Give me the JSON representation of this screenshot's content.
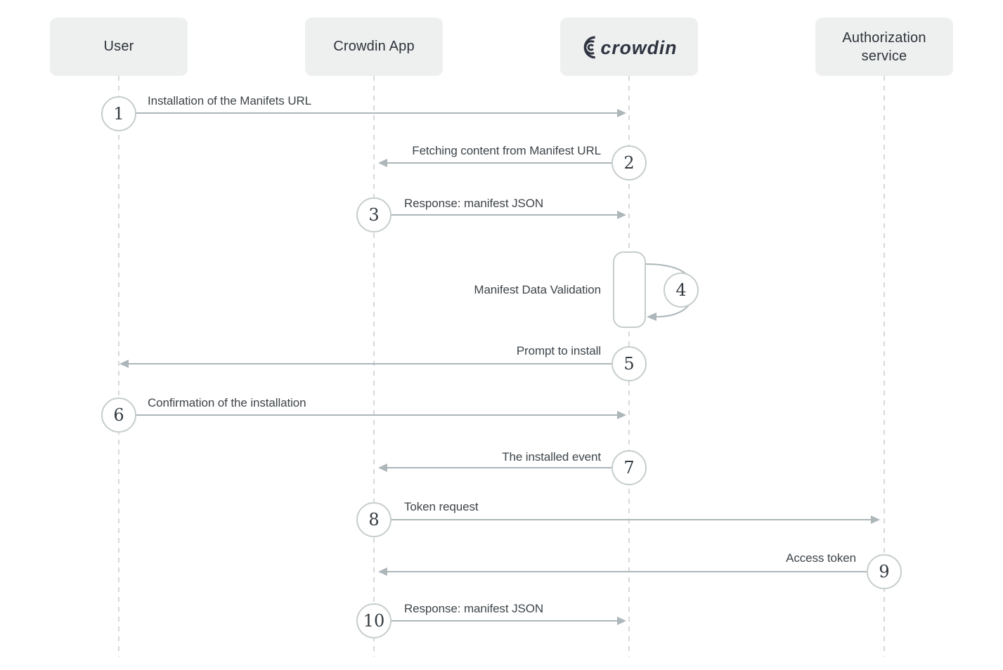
{
  "colors": {
    "line": "#adb6b9",
    "lifeline": "#d6d9da",
    "circle_border": "#c6cccd",
    "text": "#3d4449",
    "actor_bg": "#eef0f0",
    "actor_text": "#2d3339",
    "logo": "#2e3440"
  },
  "actors": [
    {
      "id": "user",
      "label": "User"
    },
    {
      "id": "crowdin-app",
      "label": "Crowdin App"
    },
    {
      "id": "crowdin",
      "label": "Crowdin",
      "logo_text": "crowdin"
    },
    {
      "id": "authorization-service",
      "label": "Authorization service"
    }
  ],
  "steps": [
    {
      "num": "1",
      "label": "Installation of the Manifets URL",
      "from": "User",
      "to": "Crowdin"
    },
    {
      "num": "2",
      "label": "Fetching content from Manifest URL",
      "from": "Crowdin",
      "to": "Crowdin App"
    },
    {
      "num": "3",
      "label": "Response: manifest JSON",
      "from": "Crowdin App",
      "to": "Crowdin"
    },
    {
      "num": "4",
      "label": "Manifest Data Validation",
      "from": "Crowdin",
      "to": "Crowdin"
    },
    {
      "num": "5",
      "label": "Prompt to install",
      "from": "Crowdin",
      "to": "User"
    },
    {
      "num": "6",
      "label": "Confirmation of the installation",
      "from": "User",
      "to": "Crowdin"
    },
    {
      "num": "7",
      "label": "The installed event",
      "from": "Crowdin",
      "to": "Crowdin App"
    },
    {
      "num": "8",
      "label": "Token request",
      "from": "Crowdin App",
      "to": "Authorization service"
    },
    {
      "num": "9",
      "label": "Access token",
      "from": "Authorization service",
      "to": "Crowdin App"
    },
    {
      "num": "10",
      "label": "Response: manifest JSON",
      "from": "Crowdin App",
      "to": "Crowdin"
    }
  ]
}
